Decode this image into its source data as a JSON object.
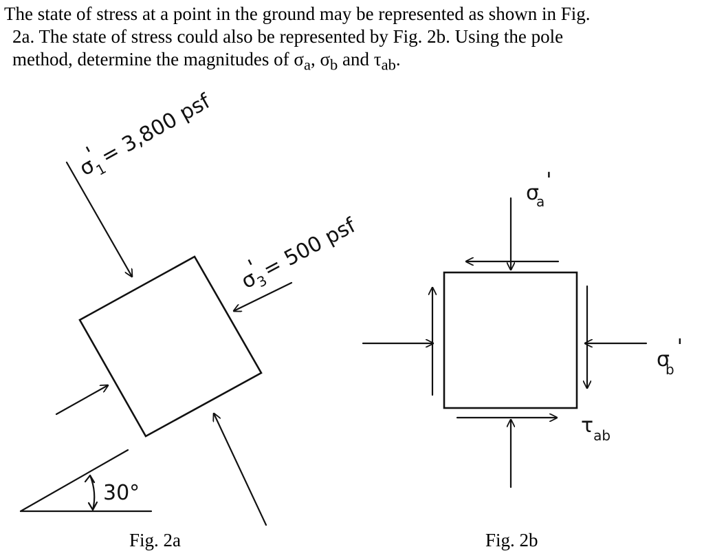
{
  "problem": {
    "line1": "The state of stress at a point in the ground may be represented as shown in Fig.",
    "line2": "2a.  The state of stress could also be represented by Fig. 2b.  Using the pole",
    "line3": "method, determine the magnitudes of σ",
    "sub_a": "a",
    "sep1": ", σ",
    "sub_b": "b",
    "sep2": " and τ",
    "sub_ab": "ab",
    "end": "."
  },
  "fig2a": {
    "sigma1_symbol": "σ",
    "sigma1_prime": "'",
    "sigma1_sub": "1",
    "sigma1_value": "= 3,800 psf",
    "sigma3_symbol": "σ",
    "sigma3_prime": "'",
    "sigma3_sub": "3",
    "sigma3_value": "= 500 psf",
    "angle_label": "30°",
    "caption": "Fig. 2a"
  },
  "fig2b": {
    "sigma_a_symbol": "σ",
    "sigma_a_sub": "a",
    "sigma_a_prime": "'",
    "sigma_b_symbol": "σ",
    "sigma_b_sub": "b",
    "sigma_b_prime": "'",
    "tau_symbol": "τ",
    "tau_sub": "ab",
    "caption": "Fig. 2b"
  }
}
